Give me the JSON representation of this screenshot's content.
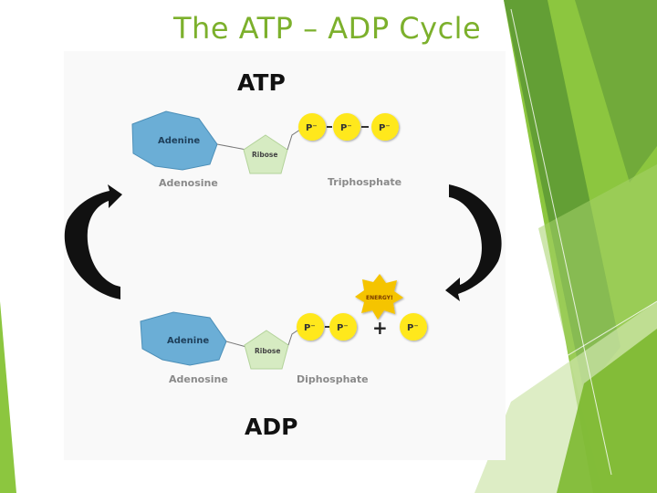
{
  "slide": {
    "title": "The ATP – ADP Cycle"
  },
  "diagram": {
    "atp": {
      "title": "ATP",
      "adenine": "Adenine",
      "ribose": "Ribose",
      "phosphates": [
        "P⁻",
        "P⁻",
        "P⁻"
      ],
      "adenosine_label": "Adenosine",
      "phosphate_label": "Triphosphate"
    },
    "adp": {
      "title": "ADP",
      "adenine": "Adenine",
      "ribose": "Ribose",
      "phosphates": [
        "P⁻",
        "P⁻"
      ],
      "plus": "+",
      "free_phosphate": "P⁻",
      "adenosine_label": "Adenosine",
      "phosphate_label": "Diphosphate"
    },
    "energy_label": "ENERGY!"
  },
  "colors": {
    "title": "#7cb02c",
    "adenine": "#6baed6",
    "ribose": "#d6ebc2",
    "phosphate": "#ffe81a",
    "label_gray": "#8a8a8a",
    "energy": "#f5c400",
    "accent_green": "#8cc63f",
    "dark_green": "#5a9a2a"
  }
}
